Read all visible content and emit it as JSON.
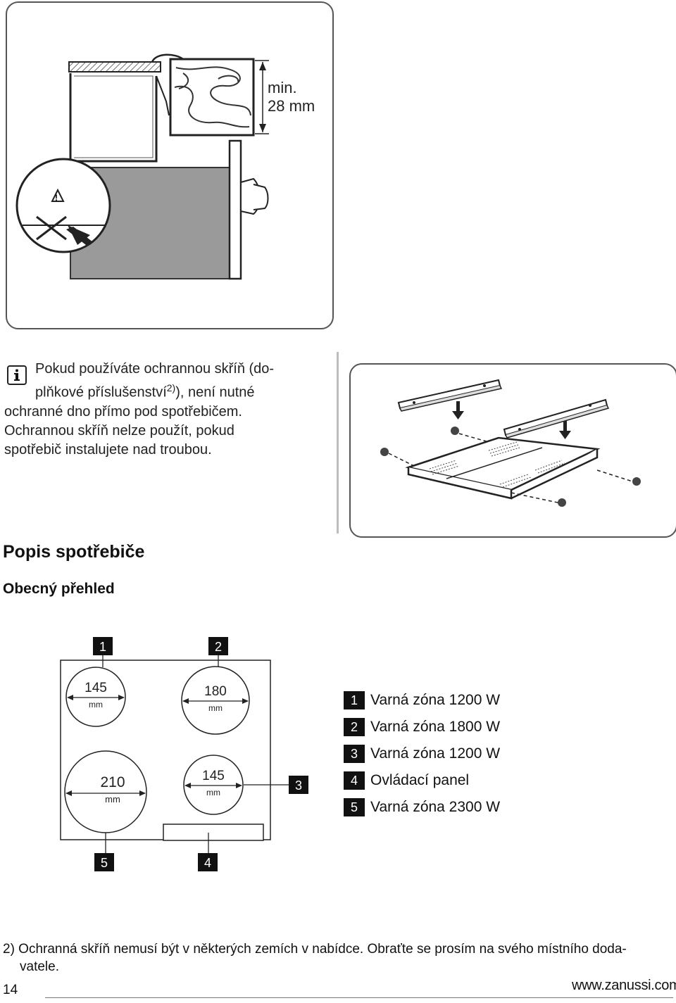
{
  "installation_figure": {
    "clearance_label_line1": "min.",
    "clearance_label_line2": "28 mm"
  },
  "info_note": {
    "line1": "Pokud používáte ochrannou skříň (do-",
    "line2_before": "plňkové příslušenství",
    "line2_sup": "2)",
    "line2_after": "), není nutné",
    "line3": "ochranné dno přímo pod spotřebičem.",
    "line4": "Ochrannou skříň nelze použít, pokud",
    "line5": "spotřebič instalujete nad troubou."
  },
  "section": {
    "title": "Popis spotřebiče",
    "subtitle": "Obecný přehled"
  },
  "hob_diagram": {
    "zones": [
      {
        "number": "1",
        "size": "145",
        "unit": "mm"
      },
      {
        "number": "2",
        "size": "180",
        "unit": "mm"
      },
      {
        "number": "5",
        "size": "210",
        "unit": "mm"
      },
      {
        "number": "3",
        "size": "145",
        "unit": "mm"
      }
    ],
    "panel_number": "4"
  },
  "legend": [
    {
      "number": "1",
      "text": "Varná zóna 1200 W"
    },
    {
      "number": "2",
      "text": "Varná zóna 1800 W"
    },
    {
      "number": "3",
      "text": "Varná zóna 1200 W"
    },
    {
      "number": "4",
      "text": "Ovládací panel"
    },
    {
      "number": "5",
      "text": "Varná zóna 2300 W"
    }
  ],
  "footnote": {
    "line1": "2) Ochranná skříň nemusí být v některých zemích v nabídce. Obraťte se prosím na svého místního doda-",
    "line2": "vatele."
  },
  "footer": {
    "page_number": "14",
    "website": "www.zanussi.com"
  }
}
